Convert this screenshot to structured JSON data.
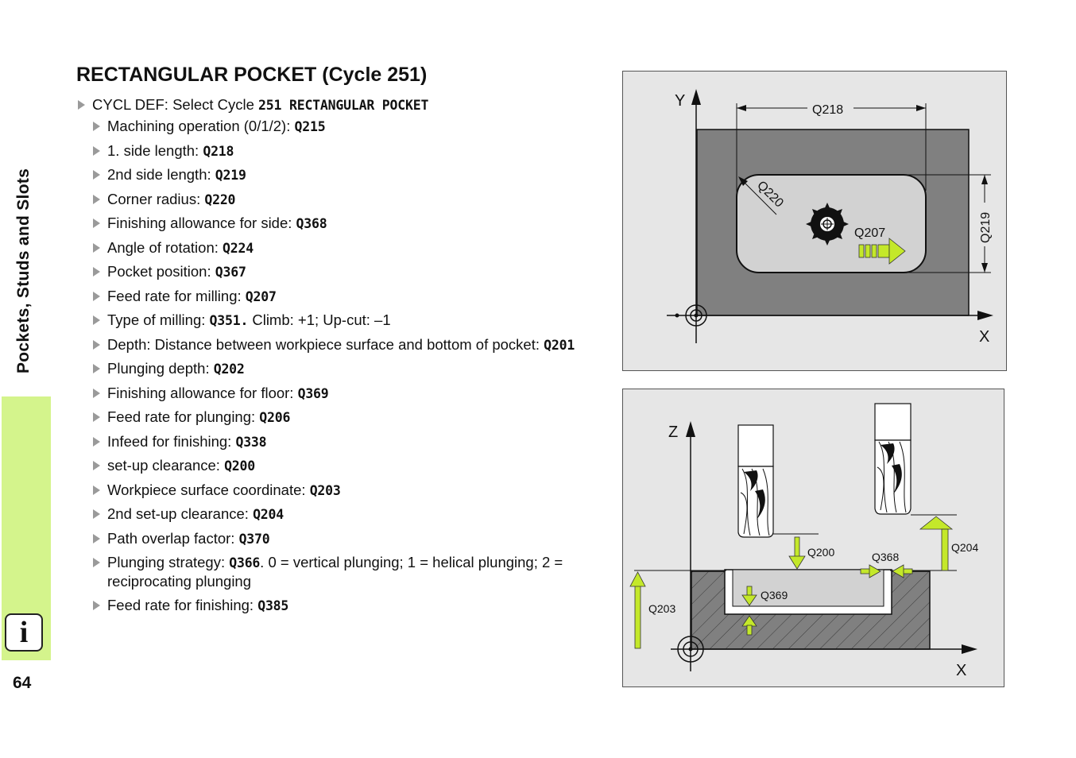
{
  "sidebar": {
    "section_title": "Pockets, Studs and Slots",
    "info_icon": "info-icon",
    "page_number": "64",
    "accent_color": "#d4f48c"
  },
  "title": "RECTANGULAR POCKET (Cycle 251)",
  "params": {
    "cycl_def": {
      "text": "CYCL DEF: Select Cycle ",
      "code": "251 RECTANGULAR POCKET"
    },
    "items": [
      {
        "text": "Machining operation (0/1/2): ",
        "code": "Q215",
        "after": ""
      },
      {
        "text": "1. side length: ",
        "code": "Q218",
        "after": ""
      },
      {
        "text": "2nd side length: ",
        "code": "Q219",
        "after": ""
      },
      {
        "text": "Corner radius: ",
        "code": "Q220",
        "after": ""
      },
      {
        "text": "Finishing allowance for side: ",
        "code": "Q368",
        "after": ""
      },
      {
        "text": "Angle of rotation: ",
        "code": "Q224",
        "after": ""
      },
      {
        "text": "Pocket position: ",
        "code": "Q367",
        "after": ""
      },
      {
        "text": "Feed rate for milling: ",
        "code": "Q207",
        "after": ""
      },
      {
        "text": "Type of milling: ",
        "code": "Q351.",
        "after": " Climb: +1; Up-cut: –1"
      },
      {
        "text": "Depth: Distance between workpiece surface and bottom of pocket: ",
        "code": "Q201",
        "after": ""
      },
      {
        "text": "Plunging depth: ",
        "code": "Q202",
        "after": ""
      },
      {
        "text": "Finishing allowance for floor: ",
        "code": "Q369",
        "after": ""
      },
      {
        "text": "Feed rate for plunging: ",
        "code": "Q206",
        "after": ""
      },
      {
        "text": "Infeed for finishing: ",
        "code": "Q338",
        "after": ""
      },
      {
        "text": "set-up clearance: ",
        "code": "Q200",
        "after": ""
      },
      {
        "text": "Workpiece surface coordinate: ",
        "code": "Q203",
        "after": ""
      },
      {
        "text": "2nd set-up clearance: ",
        "code": "Q204",
        "after": ""
      },
      {
        "text": "Path overlap factor: ",
        "code": "Q370",
        "after": ""
      },
      {
        "text": "Plunging strategy: ",
        "code": "Q366",
        "after": ". 0 = vertical plunging; 1 = helical plunging; 2 = reciprocating plunging"
      },
      {
        "text": "Feed rate for finishing: ",
        "code": "Q385",
        "after": ""
      }
    ]
  },
  "diagram_top": {
    "axis_y": "Y",
    "axis_x": "X",
    "q218": "Q218",
    "q219": "Q219",
    "q220": "Q220",
    "q207": "Q207"
  },
  "diagram_bottom": {
    "axis_z": "Z",
    "axis_x": "X",
    "q200": "Q200",
    "q368": "Q368",
    "q204": "Q204",
    "q369": "Q369",
    "q203": "Q203"
  },
  "colors": {
    "arrow_fill": "#c4e82a",
    "workpiece": "#808080",
    "pocket": "#d2d2d2",
    "diagram_bg": "#e6e6e6"
  }
}
